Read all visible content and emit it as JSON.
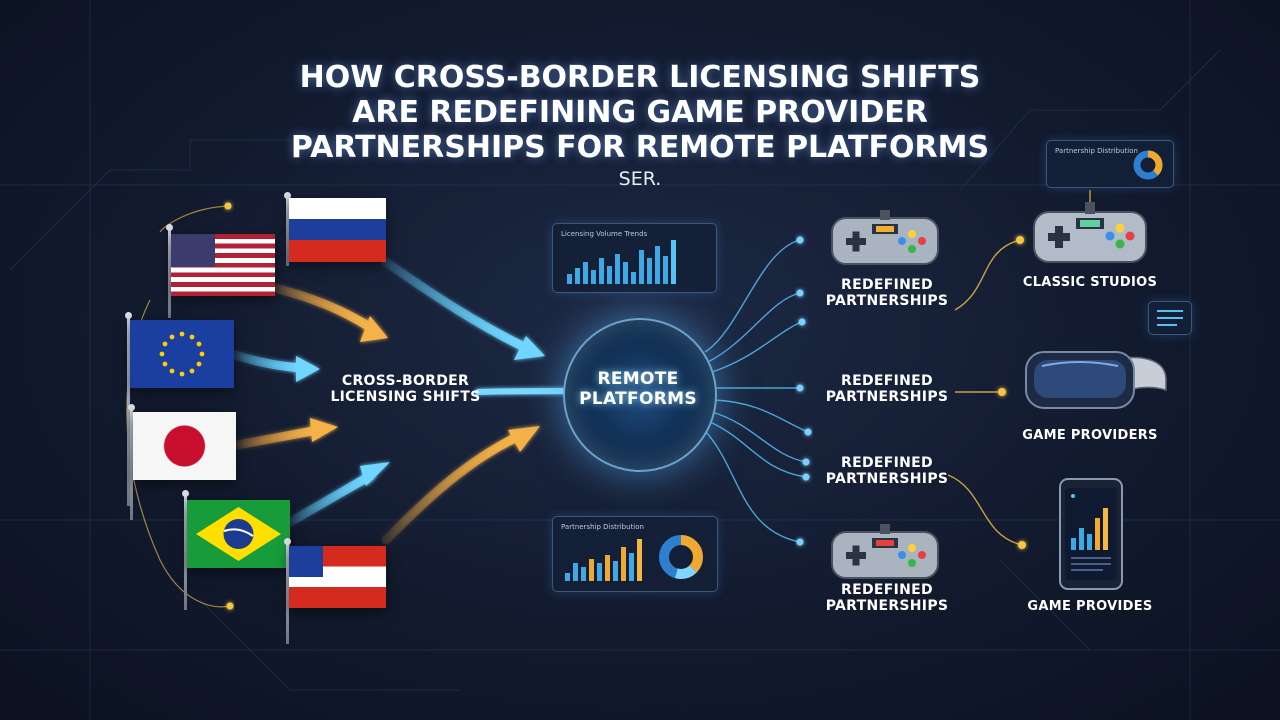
{
  "title": "HOW CROSS-BORDER LICENSING SHIFTS ARE REDEFINING GAME PROVIDER PARTNERSHIPS FOR REMOTE PLATFORMS",
  "subtitle": "SER.",
  "left_label": "CROSS-BORDER LICENSING SHIFTS",
  "hub_label": "REMOTE PLATFORMS",
  "partnership_labels": [
    "REDEFINED PARTNERSHIPS",
    "REDEFINED PARTNERSHIPS",
    "REDEFINED PARTNERSHIPS",
    "REDEFINED PARTNERSHIPS"
  ],
  "right_labels": [
    "CLASSIC STUDIOS",
    "GAME PROVIDERS",
    "GAME PROVIDES"
  ],
  "panels": {
    "licensing": "Licensing Volume Trends",
    "partnership_bottom": "Partnership Distribution",
    "partnership_top": "Partnership Distribution"
  },
  "flags": [
    "usa",
    "russia",
    "eu",
    "japan",
    "brazil",
    "stripes"
  ],
  "icons": {
    "controller": "gamepad-icon",
    "vr": "vr-headset-icon",
    "phone": "smartphone-icon",
    "hub": "circuit-hub-icon"
  },
  "colors": {
    "background": "#121a2e",
    "arrow_orange": "#f4a940",
    "arrow_blue": "#5cc8f5",
    "node_gold": "#f7c544",
    "line_blue": "#4fb3e8"
  }
}
